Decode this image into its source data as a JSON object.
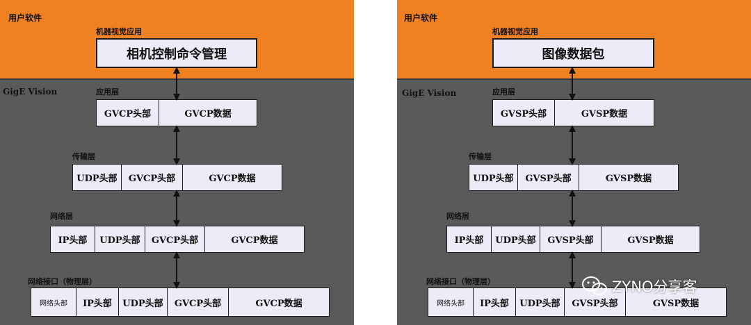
{
  "left": {
    "user_software": "用户软件",
    "machine_vision_app": "机器视觉应用",
    "app_box": "相机控制命令管理",
    "gige_vision": "GigE Vision",
    "app_layer": "应用层",
    "app_row": [
      "GVCP头部",
      "GVCP数据"
    ],
    "transport_layer": "传输层",
    "transport_row": [
      "UDP头部",
      "GVCP头部",
      "GVCP数据"
    ],
    "network_layer": "网络层",
    "network_row": [
      "IP头部",
      "UDP头部",
      "GVCP头部",
      "GVCP数据"
    ],
    "phys_layer": "网络接口（物理层）",
    "phys_row": [
      "网络头部",
      "IP头部",
      "UDP头部",
      "GVCP头部",
      "GVCP数据"
    ]
  },
  "right": {
    "user_software": "用户软件",
    "machine_vision_app": "机器视觉应用",
    "app_box": "图像数据包",
    "gige_vision": "GigE Vision",
    "app_layer": "应用层",
    "app_row": [
      "GVSP头部",
      "GVSP数据"
    ],
    "transport_layer": "传输层",
    "transport_row": [
      "UDP头部",
      "GVSP头部",
      "GVSP数据"
    ],
    "network_layer": "网络层",
    "network_row": [
      "IP头部",
      "UDP头部",
      "GVSP头部",
      "GVSP数据"
    ],
    "phys_layer": "网络接口（物理层）",
    "phys_row": [
      "网络头部",
      "IP头部",
      "UDP头部",
      "GVSP头部",
      "GVSP数据"
    ]
  },
  "watermark": {
    "icon": "wechat-icon",
    "text": "ZYNO分享客"
  },
  "colors": {
    "user_band": "#ef8123",
    "gige_band": "#5a5a5a",
    "box_fill": "#ececf8"
  }
}
